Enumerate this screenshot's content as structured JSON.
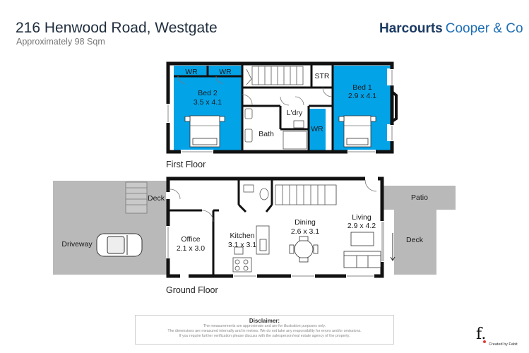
{
  "header": {
    "address": "216 Henwood Road, Westgate",
    "area": "Approximately 98 Sqm",
    "brand_primary": "Harcourts",
    "brand_secondary": "Cooper & Co"
  },
  "first_floor": {
    "label": "First Floor",
    "rooms": {
      "bed2_name": "Bed 2",
      "bed2_size": "3.5 x 4.1",
      "wr1": "WR",
      "wr2": "WR",
      "str": "STR",
      "bed1_name": "Bed 1",
      "bed1_size": "2.9 x 4.1",
      "laundry": "L'dry",
      "bath": "Bath",
      "wr3": "WR"
    }
  },
  "ground_floor": {
    "label": "Ground Floor",
    "rooms": {
      "deck_front": "Deck",
      "patio": "Patio",
      "driveway": "Driveway",
      "office_name": "Office",
      "office_size": "2.1 x 3.0",
      "kitchen_name": "Kitchen",
      "kitchen_size": "3.1 x 3.1",
      "dining_name": "Dining",
      "dining_size": "2.6 x 3.1",
      "living_name": "Living",
      "living_size": "2.9 x 4.2",
      "deck_side": "Deck"
    }
  },
  "disclaimer": {
    "title": "Disclaimer:",
    "line1": "The measurements are approximate and are for illustration purposes only.",
    "line2": "The dimensions are measured internally and in metres. We do not take any responsibility for errors and/or omissions.",
    "line3": "If you require further verification please discuss with the salesperson/real estate agency of the property."
  },
  "footer": {
    "logo_letter": "f.",
    "credit": "Created by Fabit"
  },
  "colors": {
    "bedroom_fill": "#03a3e8",
    "outdoor_fill": "#b9b9b9",
    "wall": "#111111",
    "brand_dark": "#1b3a63",
    "brand_light": "#1f6fb5"
  }
}
